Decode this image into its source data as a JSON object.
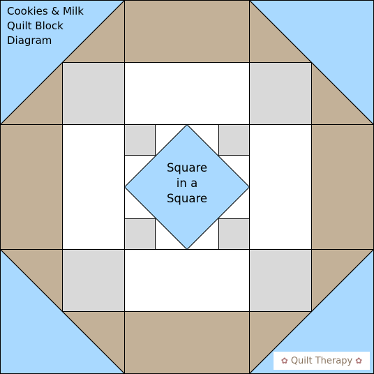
{
  "title": {
    "line1": "Cookies & Milk",
    "line2": "Quilt Block",
    "line3": "Diagram"
  },
  "center_label": {
    "line1": "Square",
    "line2": "in a",
    "line3": "Square"
  },
  "watermark": {
    "text": "Quilt Therapy",
    "icon": "flower-icon"
  },
  "colors": {
    "background_blue": "#a9d9ff",
    "tan": "#c3b198",
    "light_gray": "#d9d9d9",
    "white": "#ffffff",
    "center_blue": "#a9d9ff",
    "outline": "#000000"
  }
}
